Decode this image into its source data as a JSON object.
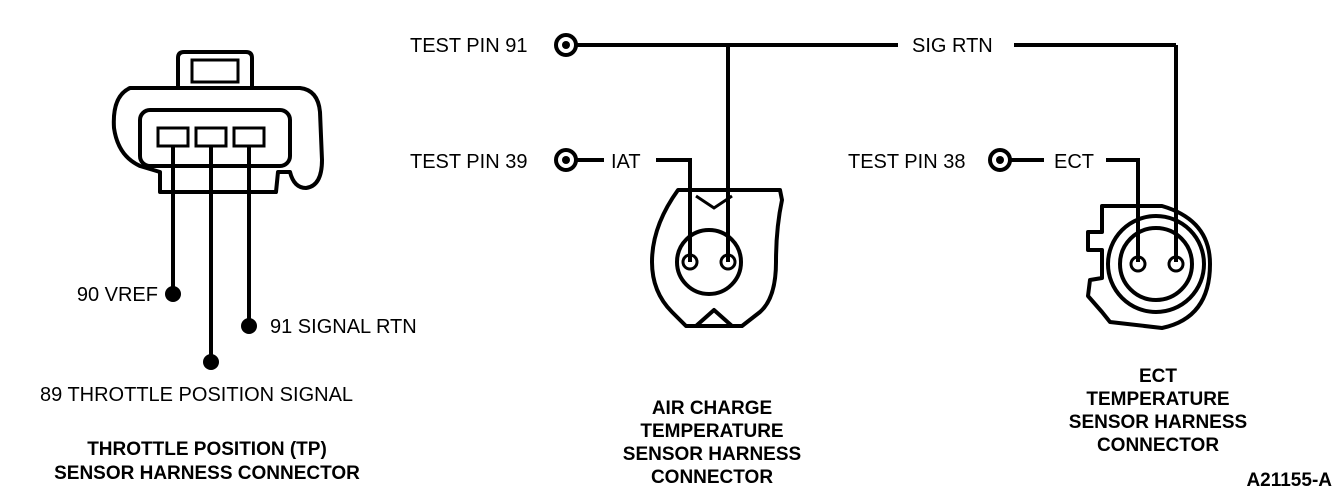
{
  "tp_connector": {
    "pin_90": "90 VREF",
    "pin_91": "91 SIGNAL RTN",
    "pin_89": "89 THROTTLE POSITION SIGNAL",
    "caption_line1": "THROTTLE POSITION (TP)",
    "caption_line2": "SENSOR HARNESS CONNECTOR"
  },
  "test_pins": {
    "pin_91": "TEST PIN 91",
    "pin_39": "TEST PIN 39",
    "pin_38": "TEST PIN 38"
  },
  "wires": {
    "sig_rtn": "SIG RTN",
    "iat": "IAT",
    "ect": "ECT"
  },
  "act_connector": {
    "caption_line1": "AIR CHARGE",
    "caption_line2": "TEMPERATURE",
    "caption_line3": "SENSOR HARNESS",
    "caption_line4": "CONNECTOR"
  },
  "ect_connector": {
    "caption_line1": "ECT",
    "caption_line2": "TEMPERATURE",
    "caption_line3": "SENSOR HARNESS",
    "caption_line4": "CONNECTOR"
  },
  "figure_id": "A21155-A"
}
